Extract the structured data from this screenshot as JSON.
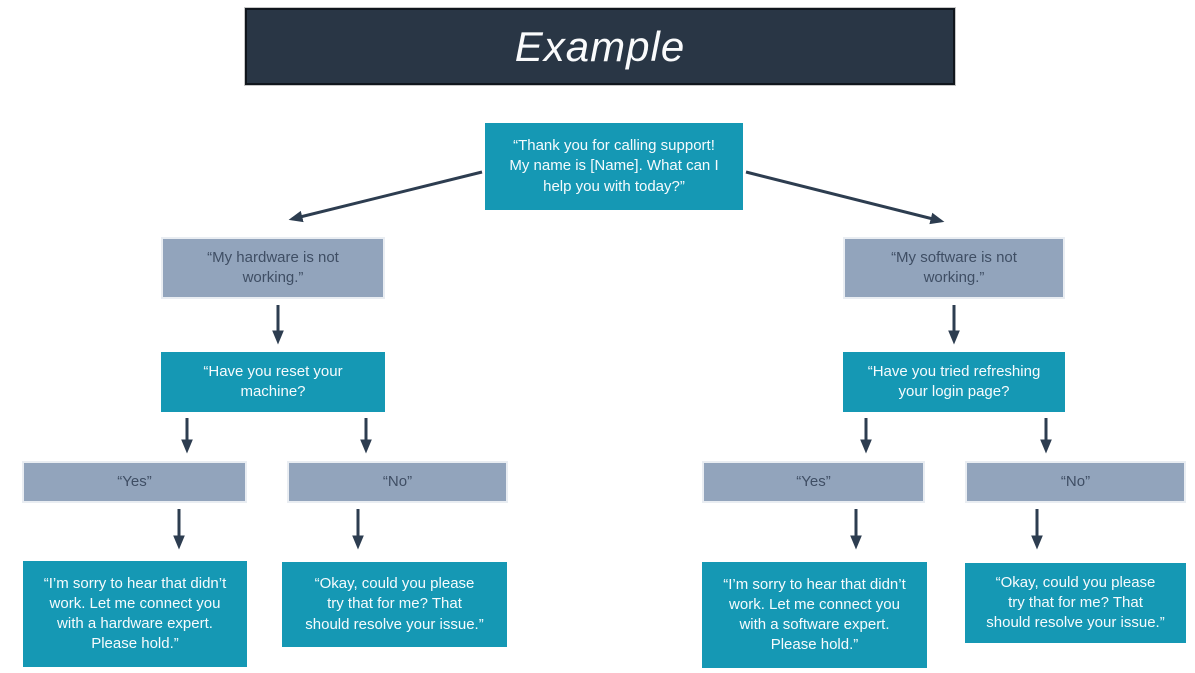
{
  "title": {
    "label": "Example"
  },
  "palette": {
    "teal": "#1598b4",
    "slate_gray": "#92a4bc",
    "header_navy": "#293645",
    "arrow_navy": "#2d3d50",
    "gray_text": "#3f4e64"
  },
  "nodes": {
    "root": "“Thank you for calling support!\nMy name is [Name]. What can I\nhelp you with today?”",
    "hardware": {
      "issue": "“My hardware is not\nworking.”",
      "question": "“Have you reset your\nmachine?",
      "yes": "“Yes”",
      "no": "“No”",
      "yes_response": "“I’m sorry to hear that didn’t\nwork. Let me connect you\nwith a hardware expert.\nPlease hold.”",
      "no_response": "“Okay, could you please\ntry that for me? That\nshould resolve your issue.”"
    },
    "software": {
      "issue": "“My software is not\nworking.”",
      "question": "“Have you tried refreshing\nyour login page?",
      "yes": "“Yes”",
      "no": "“No”",
      "yes_response": "“I’m sorry to hear that didn’t\nwork. Let me connect you\nwith a software expert.\nPlease hold.”",
      "no_response": "“Okay, could you please\ntry that for me? That\nshould resolve your issue.”"
    }
  }
}
